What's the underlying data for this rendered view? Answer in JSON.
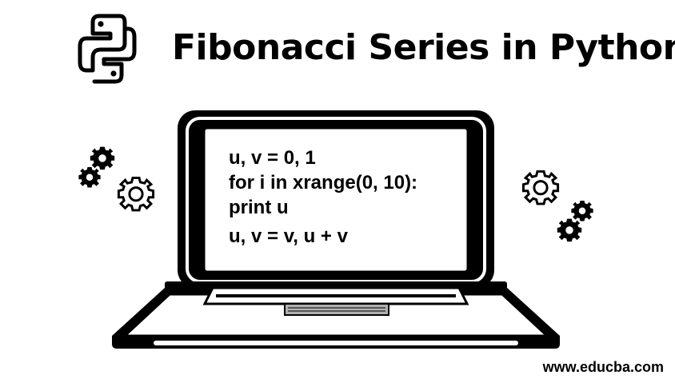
{
  "header": {
    "title": "Fibonacci Series in Python",
    "logo_icon": "python-logo-icon"
  },
  "screen": {
    "code_lines": [
      "u, v = 0, 1",
      "for i in xrange(0, 10):",
      "print u",
      "u, v = v, u + v"
    ]
  },
  "decorations": {
    "left_gears": [
      "gear-icon",
      "gear-icon",
      "gear-icon"
    ],
    "right_gears": [
      "gear-icon",
      "gear-icon",
      "gear-icon"
    ]
  },
  "footer": {
    "watermark": "www.educba.com"
  },
  "colors": {
    "ink": "#000000",
    "background": "#ffffff",
    "speaker_grill": "#b0b0b0"
  }
}
